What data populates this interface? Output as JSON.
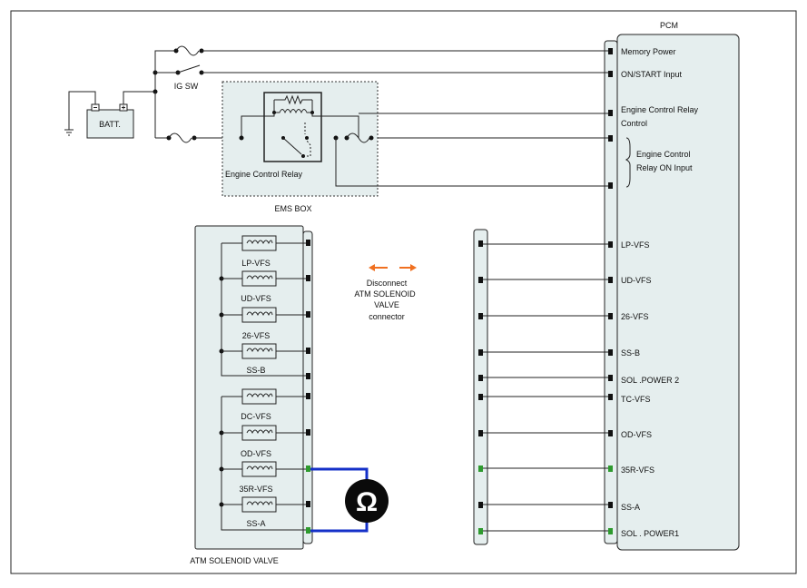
{
  "pcm": {
    "title": "PCM",
    "pins": [
      {
        "label": "Memory Power"
      },
      {
        "label": "ON/START Input"
      },
      {
        "label": "Engine Control Relay"
      },
      {
        "label": "Control"
      },
      {
        "label": "Engine Control"
      },
      {
        "label": "Relay ON Input"
      },
      {
        "label": "LP-VFS"
      },
      {
        "label": "UD-VFS"
      },
      {
        "label": "26-VFS"
      },
      {
        "label": "SS-B"
      },
      {
        "label": "SOL .POWER 2"
      },
      {
        "label": "TC-VFS"
      },
      {
        "label": "OD-VFS"
      },
      {
        "label": "35R-VFS",
        "color": "#2e9a2e"
      },
      {
        "label": "SS-A"
      },
      {
        "label": "SOL . POWER1",
        "color": "#2e9a2e"
      }
    ]
  },
  "power": {
    "battery": "BATT.",
    "ig_switch": "IG SW",
    "ems_box": "EMS BOX",
    "relay": "Engine Control Relay"
  },
  "valve": {
    "title": "ATM SOLENOID VALVE",
    "solenoids": [
      "LP-VFS",
      "UD-VFS",
      "26-VFS",
      "SS-B",
      "DC-VFS",
      "OD-VFS",
      "35R-VFS",
      "SS-A"
    ]
  },
  "note": {
    "lines": [
      "Disconnect",
      "ATM SOLENOID",
      "VALVE",
      "connector"
    ],
    "arrow_color": "#f07020"
  },
  "meter": {
    "symbol": "Ω"
  },
  "colors": {
    "panel": "#e5eeee",
    "probe_wire": "#1430c8",
    "highlight_pin": "#2e9a2e"
  }
}
